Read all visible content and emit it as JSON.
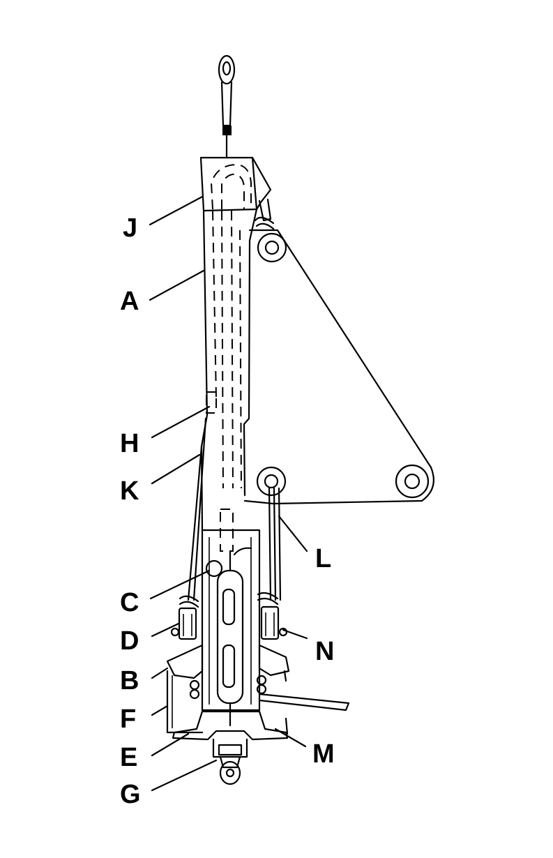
{
  "labels": {
    "J": "J",
    "A": "A",
    "H": "H",
    "K": "K",
    "C": "C",
    "D": "D",
    "B": "B",
    "F": "F",
    "E": "E",
    "G": "G",
    "L": "L",
    "N": "N",
    "M": "M"
  },
  "colors": {
    "ink": "#000000",
    "background": "#ffffff"
  }
}
